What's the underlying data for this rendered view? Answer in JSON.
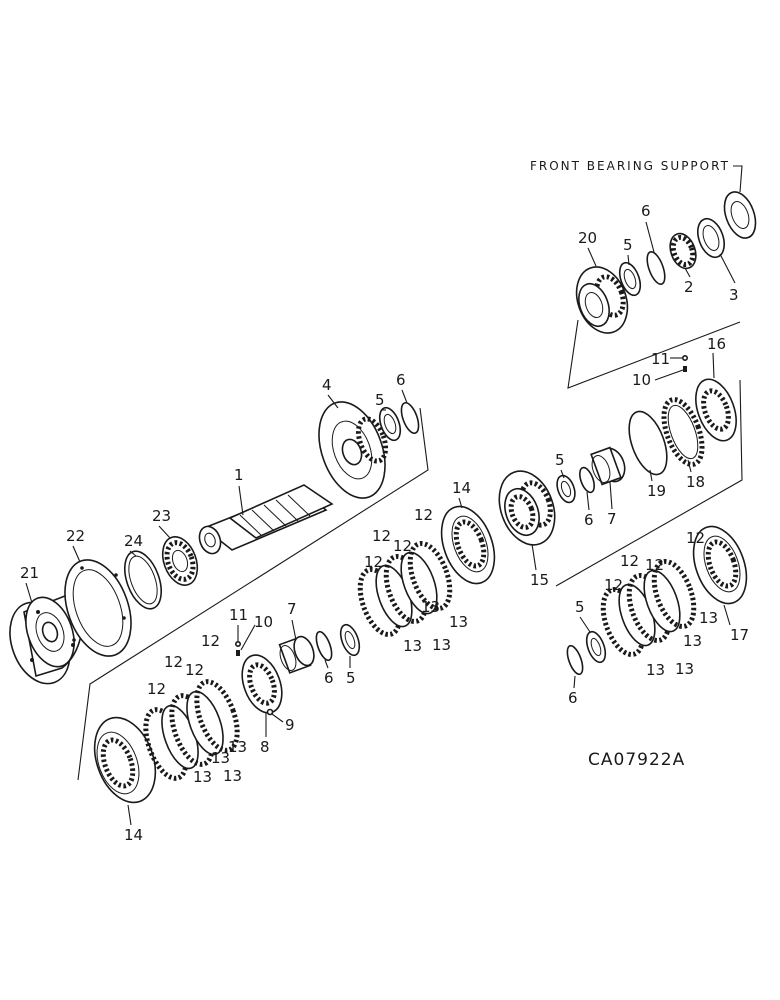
{
  "diagram": {
    "header_label": "FRONT BEARING SUPPORT",
    "figure_code": "CA07922A",
    "callouts": {
      "c1": "1",
      "c2": "2",
      "c3": "3",
      "c4": "4",
      "c5a": "5",
      "c5b": "5",
      "c5c": "5",
      "c5d": "5",
      "c5e": "5",
      "c6a": "6",
      "c6b": "6",
      "c6c": "6",
      "c6d": "6",
      "c6e": "6",
      "c7a": "7",
      "c7b": "7",
      "c8": "8",
      "c9": "9",
      "c10a": "10",
      "c10b": "10",
      "c11a": "11",
      "c11b": "11",
      "c12a": "12",
      "c12b": "12",
      "c12c": "12",
      "c12d": "12",
      "c12e": "12",
      "c12f": "12",
      "c12g": "12",
      "c12h": "12",
      "c12i": "12",
      "c12j": "12",
      "c12k": "12",
      "c12l": "12",
      "c13a": "13",
      "c13b": "13",
      "c13c": "13",
      "c13d": "13",
      "c13e": "13",
      "c13f": "13",
      "c13g": "13",
      "c13h": "13",
      "c13i": "13",
      "c13j": "13",
      "c13k": "13",
      "c13l": "13",
      "c14a": "14",
      "c14b": "14",
      "c15": "15",
      "c16": "16",
      "c17": "17",
      "c18": "18",
      "c19": "19",
      "c20": "20",
      "c21": "21",
      "c22": "22",
      "c23": "23",
      "c24": "24"
    }
  }
}
